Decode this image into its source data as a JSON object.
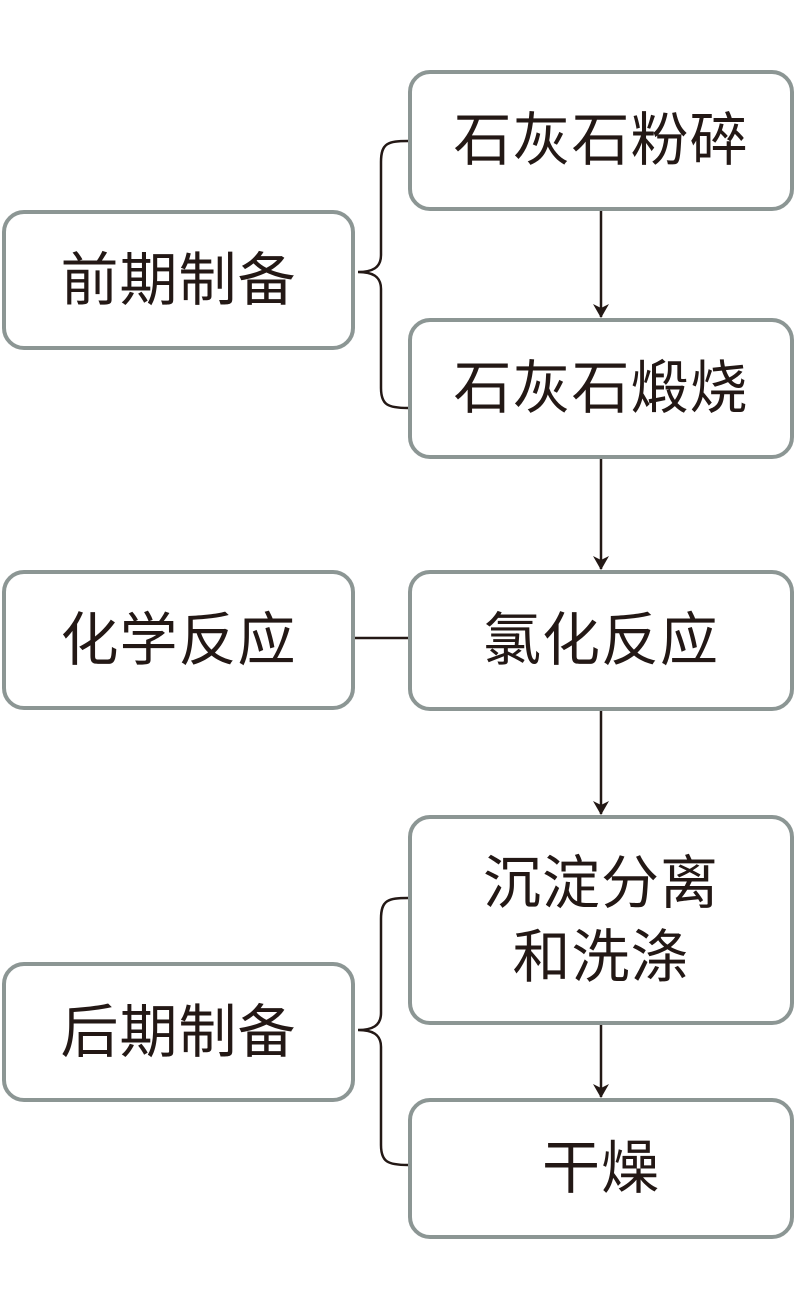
{
  "diagram": {
    "stages": [
      {
        "label": "前期制备"
      },
      {
        "label": "化学反应"
      },
      {
        "label": "后期制备"
      }
    ],
    "steps": [
      {
        "label": "石灰石粉碎"
      },
      {
        "label": "石灰石煅烧"
      },
      {
        "label": "氯化反应"
      },
      {
        "label": "沉淀分离\n和洗涤"
      },
      {
        "label": "干燥"
      }
    ],
    "colors": {
      "box_border": "#8c9694",
      "line": "#231815",
      "text": "#231815"
    }
  }
}
